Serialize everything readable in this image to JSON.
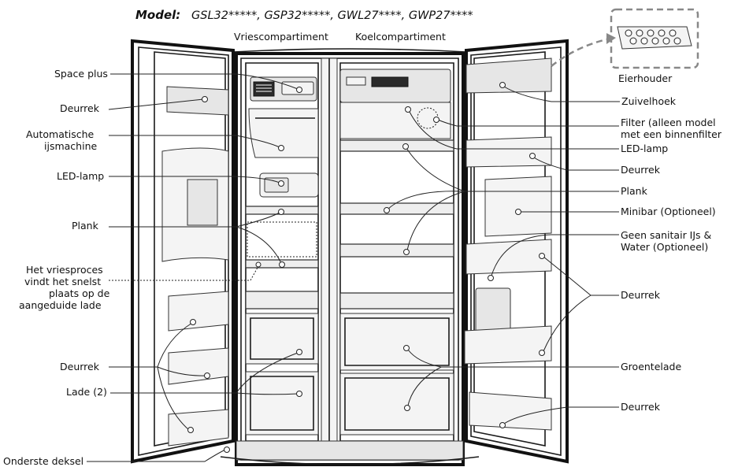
{
  "model": {
    "key": "Model:",
    "value": "GSL32*****, GSP32*****, GWL27****, GWP27****"
  },
  "headings": {
    "freezer": "Vriescompartiment",
    "fridge": "Koelcompartiment"
  },
  "labels_left": {
    "space_plus": "Space plus",
    "deurrek_1": "Deurrek",
    "ijsmachine_1": "Automatische",
    "ijsmachine_2": "ijsmachine",
    "led_lamp": "LED-lamp",
    "plank": "Plank",
    "vries_1": "Het vriesproces",
    "vries_2": "vindt het snelst",
    "vries_3": "plaats op de",
    "vries_4": "aangeduide lade",
    "deurrek_2": "Deurrek",
    "lade": "Lade (2)",
    "onderste_deksel": "Onderste deksel"
  },
  "labels_right": {
    "eierhouder": "Eierhouder",
    "zuivelhoek": "Zuivelhoek",
    "filter_1": "Filter (alleen model",
    "filter_2": "met een binnenfilter",
    "led_lamp": "LED-lamp",
    "deurrek_1": "Deurrek",
    "plank": "Plank",
    "minibar": "Minibar (Optioneel)",
    "sanitair_1": "Geen sanitair IJs &",
    "sanitair_2": "Water (Optioneel)",
    "deurrek_2": "Deurrek",
    "groentelade": "Groentelade",
    "deurrek_3": "Deurrek"
  }
}
